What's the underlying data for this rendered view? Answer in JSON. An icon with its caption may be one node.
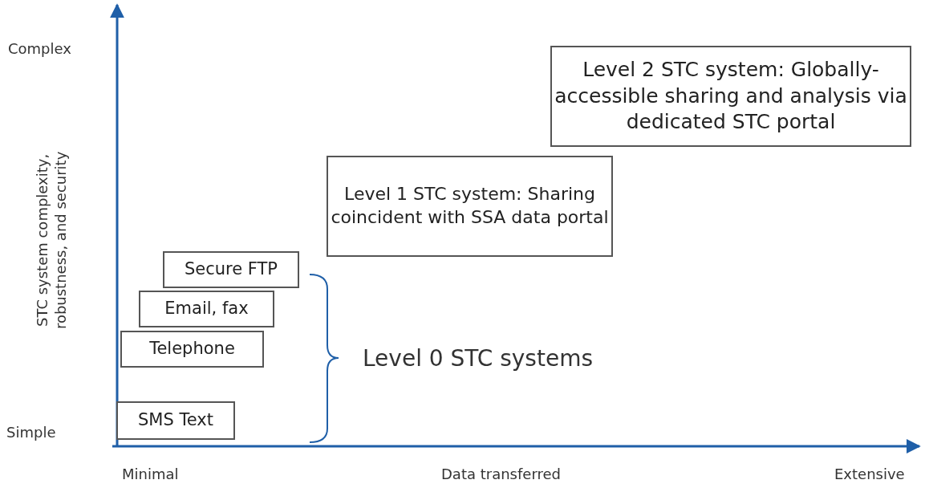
{
  "diagram": {
    "nodes": [
      {
        "text": [
          "Level 2 STC system: Globally-accessible sharing and analysis via dedicated STC portal"
        ]
      },
      {
        "text": [
          "Level 1 STC system: Sharing coincident with SSA data portal"
        ]
      },
      {
        "text": [
          "Secure FTP"
        ]
      },
      {
        "text": [
          "Email, fax"
        ]
      },
      {
        "text": [
          "Telephone"
        ]
      },
      {
        "text": [
          "SMS Text"
        ]
      }
    ],
    "edges": [],
    "labels": [
      "Complex",
      "STC system complexity, robustness, and security",
      "Level 0 STC systems",
      "Simple",
      "Minimal",
      "Data transferred",
      "Extensive"
    ]
  }
}
